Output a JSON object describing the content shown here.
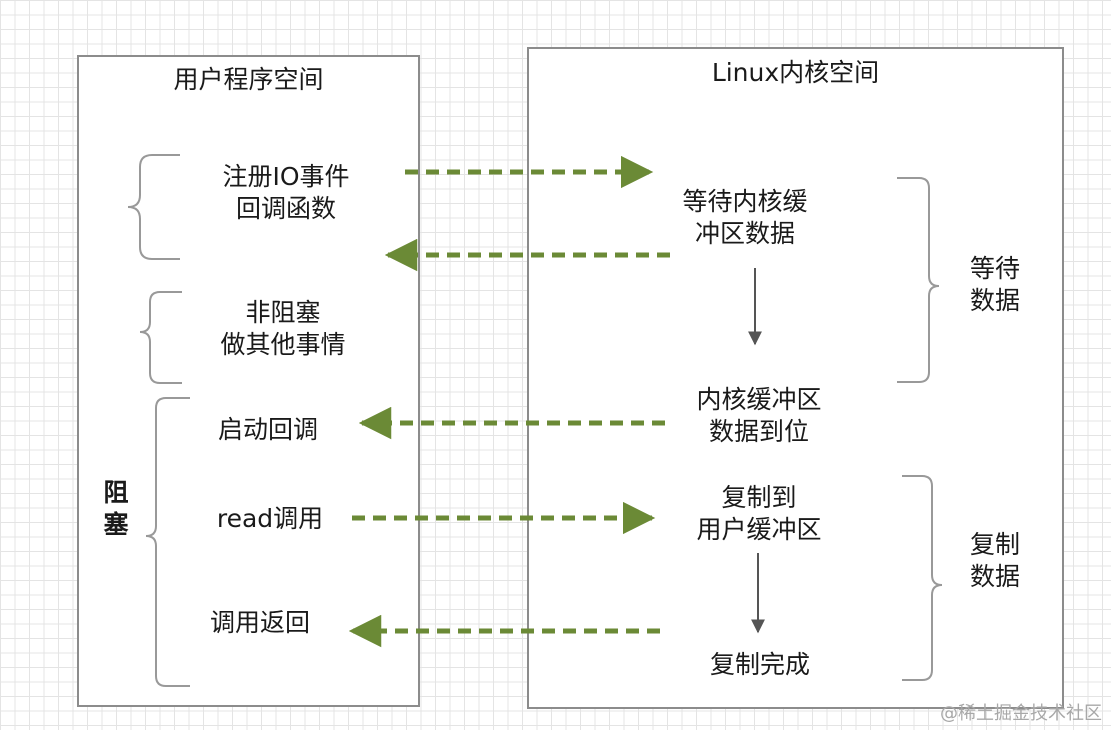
{
  "panels": {
    "user_space_title": "用户程序空间",
    "kernel_space_title": "Linux内核空间"
  },
  "user_steps": {
    "register_line1": "注册IO事件",
    "register_line2": "回调函数",
    "nonblock_line1": "非阻塞",
    "nonblock_line2": "做其他事情",
    "start_callback": "启动回调",
    "read_call": "read调用",
    "call_return": "调用返回"
  },
  "blocking_label_line1": "阻",
  "blocking_label_line2": "塞",
  "kernel_steps": {
    "wait_line1": "等待内核缓",
    "wait_line2": "冲区数据",
    "ready_line1": "内核缓冲区",
    "ready_line2": "数据到位",
    "copy_line1": "复制到",
    "copy_line2": "用户缓冲区",
    "copy_done": "复制完成"
  },
  "phases": {
    "wait_line1": "等待",
    "wait_line2": "数据",
    "copy_line1": "复制",
    "copy_line2": "数据"
  },
  "watermark": "@稀土掘金技术社区",
  "colors": {
    "arrow": "#6b8a36",
    "border": "#8c8c8c",
    "brace": "#999999",
    "down_arrow": "#555555"
  }
}
